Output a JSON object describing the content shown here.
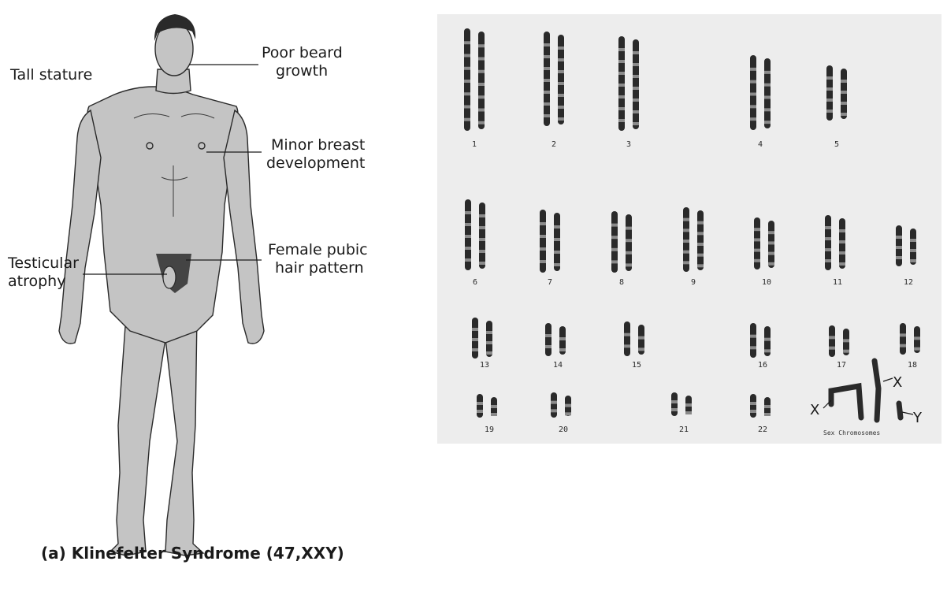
{
  "figure": {
    "labels": {
      "tall_stature": "Tall stature",
      "poor_beard_1": "Poor beard",
      "poor_beard_2": "growth",
      "minor_breast_1": "Minor breast",
      "minor_breast_2": "development",
      "testicular_1": "Testicular",
      "testicular_2": "atrophy",
      "female_pubic_1": "Female pubic",
      "female_pubic_2": "hair pattern"
    },
    "caption": "(a) Klinefelter Syndrome (47,XXY)"
  },
  "karyotype": {
    "numbers": [
      "1",
      "2",
      "3",
      "4",
      "5",
      "6",
      "7",
      "8",
      "9",
      "10",
      "11",
      "12",
      "13",
      "14",
      "15",
      "16",
      "17",
      "18",
      "19",
      "20",
      "21",
      "22"
    ],
    "sex_caption": "Sex Chromosomes",
    "x_label": "X",
    "y_label": "Y",
    "colors": {
      "background": "#ededed",
      "chromosome": "#2a2a2a",
      "band_light": "#8a8a8a"
    }
  }
}
